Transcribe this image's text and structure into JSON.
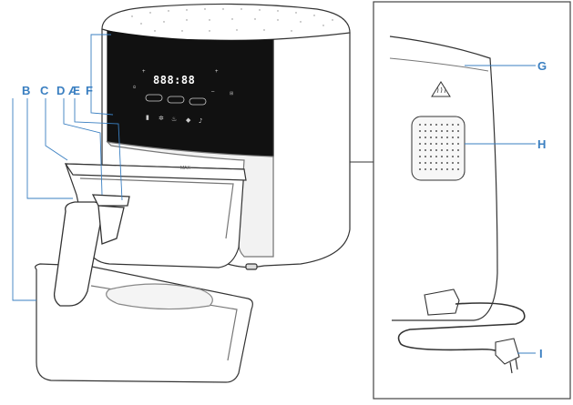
{
  "colors": {
    "label": "#3a7fc1",
    "outline": "#333333",
    "panel": "#111111",
    "panel_text": "#ffffff",
    "accent": "#d35a8a"
  },
  "display": {
    "digits": "888:88",
    "button_left": "",
    "button_mid": "",
    "button_right": ""
  },
  "basket_marking": "MAX",
  "labels": {
    "B": "B",
    "C": "C",
    "D": "D",
    "E": "Æ",
    "F": "F",
    "G": "G",
    "H": "H",
    "I": "I"
  },
  "icons": {
    "power": "power-icon",
    "plus": "plus-icon",
    "minus": "minus-icon",
    "hot_surface": "hot-surface-warning-icon",
    "plug": "plug-icon",
    "vent": "air-vent-icon"
  }
}
